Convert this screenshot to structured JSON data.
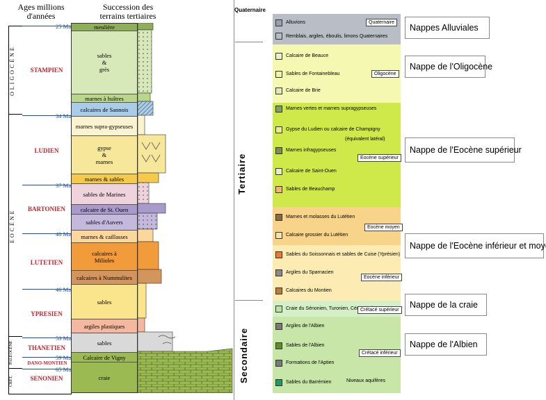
{
  "header": {
    "ages": "Ages millions\nd'années",
    "succession": "Succession des\nterrains tertiaires"
  },
  "eras_left": {
    "oligocene": "OLIGOCÈNE",
    "eocene": "EOCÈNE",
    "paleocene": "PALEOCÈNE",
    "cretace": "CRÉT."
  },
  "stages": [
    "STAMPIEN",
    "LUDIEN",
    "BARTONIEN",
    "LUTETIEN",
    "YPRESIEN",
    "THANETIEN",
    "DANO-MONTIEN",
    "SENONIEN"
  ],
  "ages": [
    "25 Ma",
    "34 Ma",
    "37 Ma",
    "40 Ma",
    "46 Ma",
    "53 Ma",
    "59 Ma",
    "65 Ma"
  ],
  "layers": [
    {
      "label": "meulière",
      "color": "#8fae5a"
    },
    {
      "label": "sables\n&\ngrès",
      "color": "#d7e9b8"
    },
    {
      "label": "marnes à huîtres",
      "color": "#b9d68a"
    },
    {
      "label": "calcaires de Sannois",
      "color": "#a9cde8"
    },
    {
      "label": "marnes supra-gypseuses",
      "color": "#fbf2d0"
    },
    {
      "label": "gypse\n&\nmarnes",
      "color": "#f6e79a"
    },
    {
      "label": "marnes & sables",
      "color": "#f5c94a"
    },
    {
      "label": "sables de Marines",
      "color": "#efd3dc"
    },
    {
      "label": "calcaire de St. Ouen",
      "color": "#a89acb"
    },
    {
      "label": "sables d'Auvers",
      "color": "#c4b8dd"
    },
    {
      "label": "marnes & caillasses",
      "color": "#fbd79b"
    },
    {
      "label": "calcaires à\nMilioles",
      "color": "#f19b3a"
    },
    {
      "label": "calcaires à Nummulites",
      "color": "#d4955c"
    },
    {
      "label": "sables",
      "color": "#fbe58c"
    },
    {
      "label": "argiles plastiques",
      "color": "#f4b8a0"
    },
    {
      "label": "sables",
      "color": "#d9d9d9"
    },
    {
      "label": "Calcaire de Vigny",
      "color": "#9cba52"
    },
    {
      "label": "craie",
      "color": "#9cba52"
    }
  ],
  "right": {
    "eras": {
      "quaternaire": "Quaternaire",
      "tertiaire": "Tertiaire",
      "secondaire": "Secondaire"
    },
    "rows": [
      {
        "label": "Alluvions",
        "color": "#9aa0a8"
      },
      {
        "label": "Remblais, argiles, éboulis, limons Quaternaires",
        "color": "#b7bcc2"
      },
      {
        "label": "Calcaire de Beauce",
        "color": "#e8f1c7"
      },
      {
        "label": "Sables de Fontainebleau",
        "color": "#eef7a6"
      },
      {
        "label": "Calcaire de Brie",
        "color": "#e0e9b8"
      },
      {
        "label": "Marnes vertes et marnes supragypseuses",
        "color": "#7f9f63"
      },
      {
        "label": "Gypse du Ludien ou calcaire de Champigny",
        "color": "#e9ec8a"
      },
      {
        "label": "(équivalent latéral)",
        "color": ""
      },
      {
        "label": "Marnes infragypseuses",
        "color": "#7d8f55"
      },
      {
        "label": "Calcaire de Saint-Ouen",
        "color": "#e7edc4"
      },
      {
        "label": "Sables de Beauchamp",
        "color": "#f2b76a"
      },
      {
        "label": "Marnes et molasses du Lutétien",
        "color": "#8b6a3c"
      },
      {
        "label": "Calcaire grossier du Lutétien",
        "color": "#f3e6a2"
      },
      {
        "label": "Sables du Soissonnais et sables de Cuise (Yprésien)",
        "color": "#f07a2a"
      },
      {
        "label": "Argiles du Sparnacien",
        "color": "#8a8a8a"
      },
      {
        "label": "Calcaires du Montien",
        "color": "#c07a3a"
      },
      {
        "label": "Craie du Sénonien, Turonien, Cénomanien",
        "color": "#b7e3a3"
      },
      {
        "label": "Argiles de l'Albien",
        "color": "#7a7a7a"
      },
      {
        "label": "Sables de l'Albien",
        "color": "#5e8e2a"
      },
      {
        "label": "Formations de l'Aptien",
        "color": "#7a7a7a"
      },
      {
        "label": "Sables du Barrémien",
        "color": "#1f9a6a"
      }
    ],
    "tags": [
      "Quaternaire",
      "Oligocène",
      "Eocène supérieur",
      "Eocène moyen",
      "Eocène inférieur",
      "Crétacé supérieur",
      "Crétacé inférieur",
      "Niveaux aquifères"
    ],
    "nappes": [
      "Nappes Alluviales",
      "Nappe de l'Oligocène",
      "Nappe de l'Eocène supérieur",
      "Nappe de l'Eocène inférieur et moyen",
      "Nappe de la craie",
      "Nappe de l'Albien"
    ]
  }
}
